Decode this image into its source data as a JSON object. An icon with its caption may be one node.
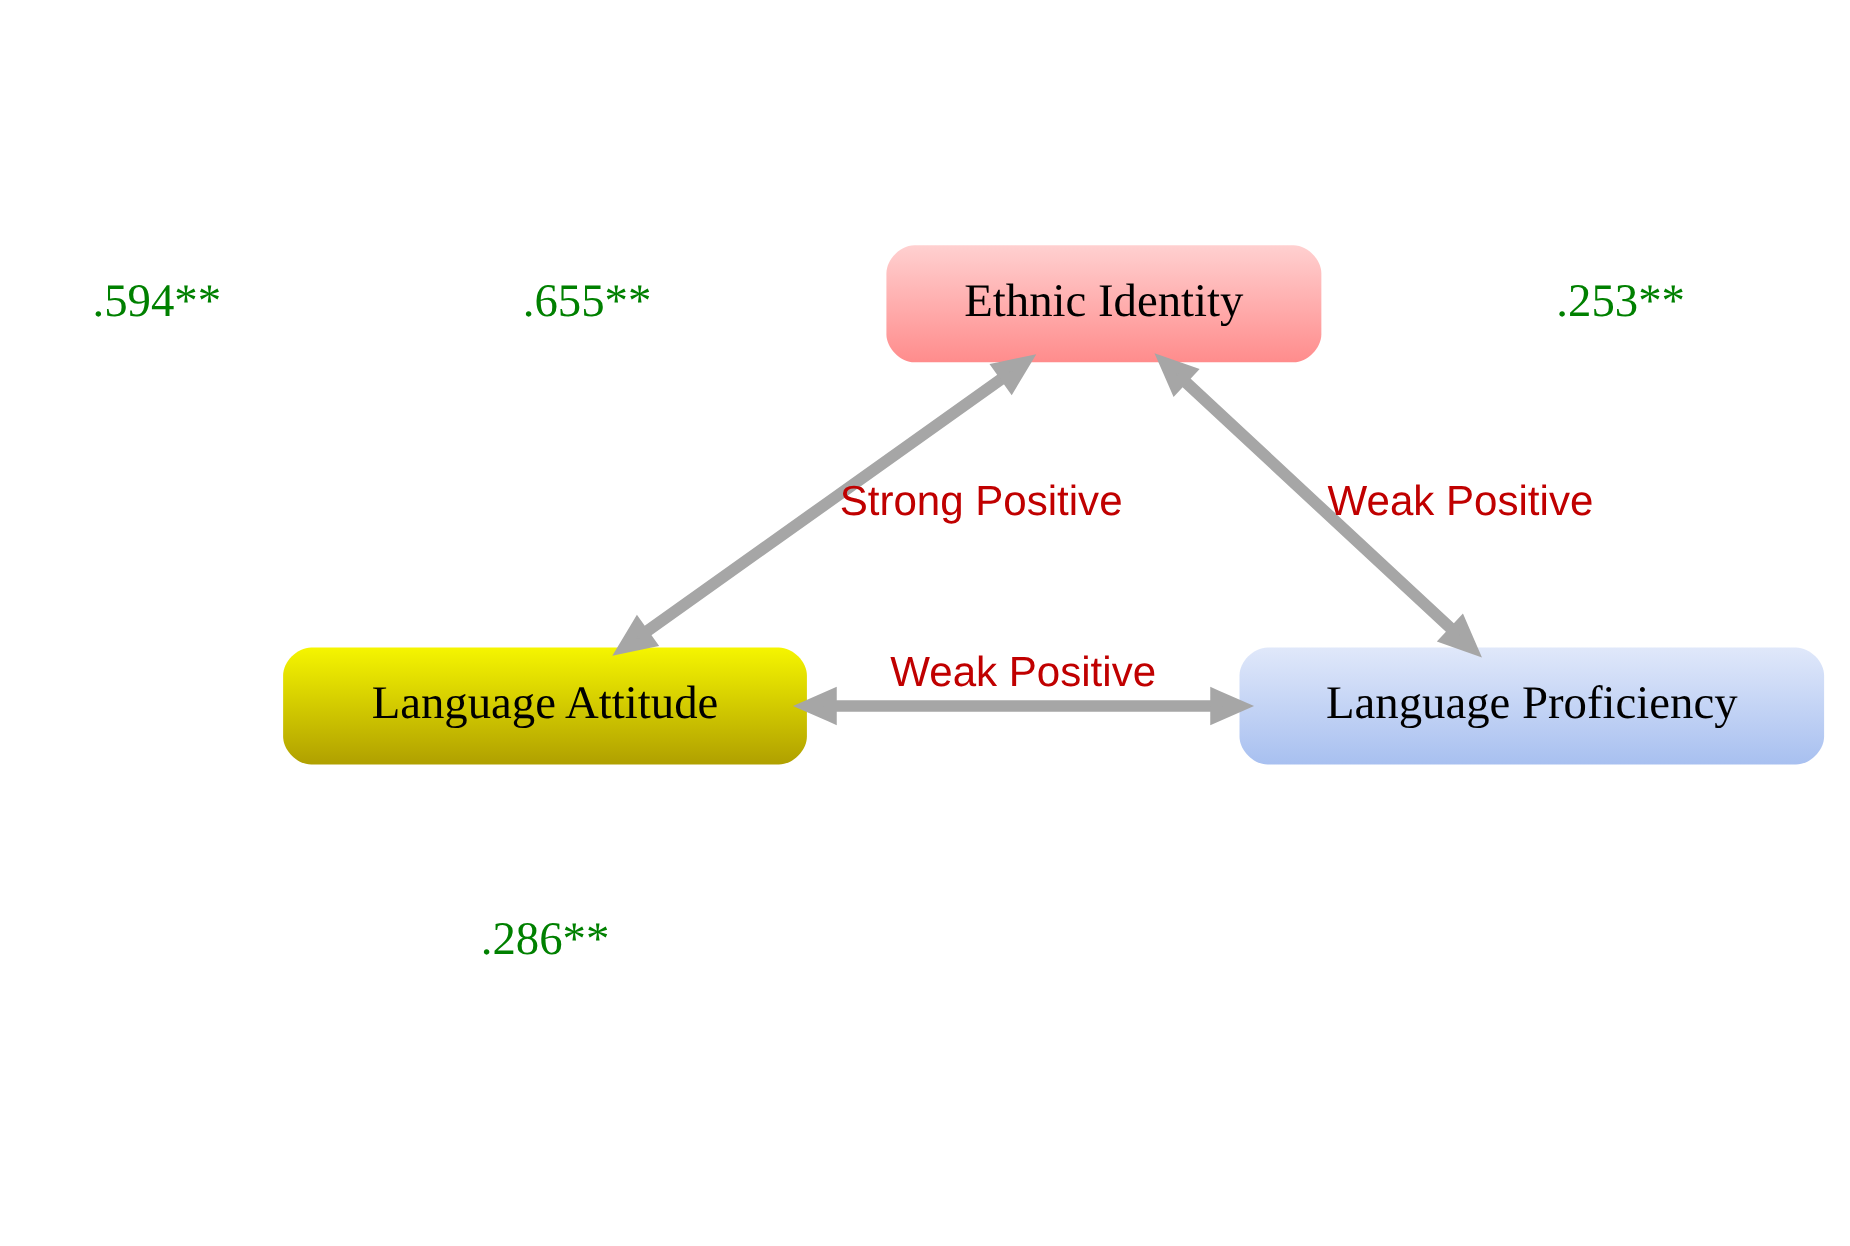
{
  "diagram": {
    "nodes": [
      {
        "text": [
          "Ethnic Identity"
        ]
      },
      {
        "text": [
          "Language Attitude"
        ]
      },
      {
        "text": [
          "Language Proficiency"
        ]
      }
    ],
    "edges": [
      {
        "from": 0,
        "to": 1,
        "arrow": "both",
        "label": "Strong Positive"
      },
      {
        "from": 0,
        "to": 2,
        "arrow": "both",
        "label": "Weak Positive"
      },
      {
        "from": 1,
        "to": 2,
        "arrow": "both",
        "label": "Weak Positive"
      }
    ],
    "labels": [
      ".594**",
      ".655**",
      ".253**",
      ".286**"
    ]
  }
}
